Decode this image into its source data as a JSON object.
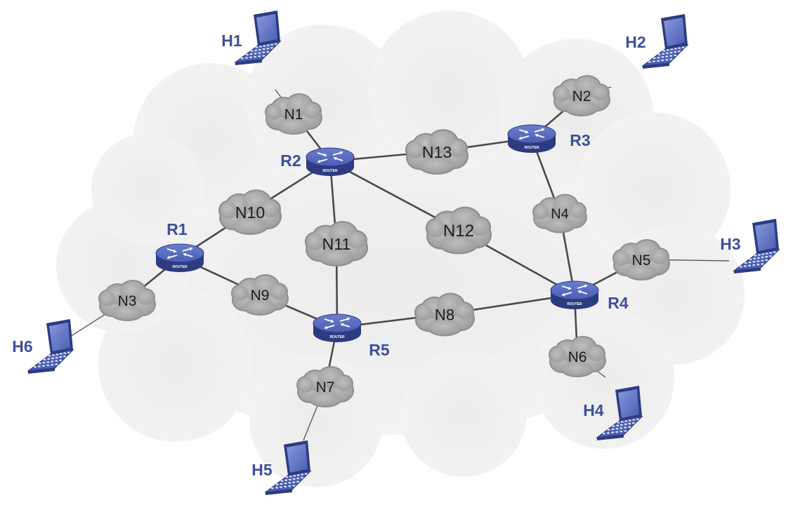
{
  "colors": {
    "router": "#4a5db3",
    "router_dark": "#2d3b80",
    "host": "#4a5db3",
    "label": "#3d4f9e",
    "network_cloud": "#a9a9a9",
    "background_cloud": "#eeeeee"
  },
  "icons": {
    "router": "router-icon",
    "host": "laptop-icon",
    "network": "cloud-icon"
  },
  "routers": [
    {
      "id": "R1",
      "label": "R1",
      "tag": "ROUTER"
    },
    {
      "id": "R2",
      "label": "R2",
      "tag": "ROUTER"
    },
    {
      "id": "R3",
      "label": "R3",
      "tag": "ROUTER"
    },
    {
      "id": "R4",
      "label": "R4",
      "tag": "ROUTER"
    },
    {
      "id": "R5",
      "label": "R5",
      "tag": "ROUTER"
    }
  ],
  "networks": [
    {
      "id": "N1",
      "label": "N1"
    },
    {
      "id": "N2",
      "label": "N2"
    },
    {
      "id": "N3",
      "label": "N3"
    },
    {
      "id": "N4",
      "label": "N4"
    },
    {
      "id": "N5",
      "label": "N5"
    },
    {
      "id": "N6",
      "label": "N6"
    },
    {
      "id": "N7",
      "label": "N7"
    },
    {
      "id": "N8",
      "label": "N8"
    },
    {
      "id": "N9",
      "label": "N9"
    },
    {
      "id": "N10",
      "label": "N10"
    },
    {
      "id": "N11",
      "label": "N11"
    },
    {
      "id": "N12",
      "label": "N12"
    },
    {
      "id": "N13",
      "label": "N13"
    }
  ],
  "hosts": [
    {
      "id": "H1",
      "label": "H1"
    },
    {
      "id": "H2",
      "label": "H2"
    },
    {
      "id": "H3",
      "label": "H3"
    },
    {
      "id": "H4",
      "label": "H4"
    },
    {
      "id": "H5",
      "label": "H5"
    },
    {
      "id": "H6",
      "label": "H6"
    }
  ],
  "links": [
    [
      "R2",
      "N1"
    ],
    [
      "R3",
      "N2"
    ],
    [
      "R1",
      "N3"
    ],
    [
      "R3",
      "N4"
    ],
    [
      "R4",
      "N4"
    ],
    [
      "R4",
      "N5"
    ],
    [
      "R4",
      "N6"
    ],
    [
      "R5",
      "N7"
    ],
    [
      "R5",
      "N8"
    ],
    [
      "R4",
      "N8"
    ],
    [
      "R1",
      "N9"
    ],
    [
      "R5",
      "N9"
    ],
    [
      "R1",
      "N10"
    ],
    [
      "R2",
      "N10"
    ],
    [
      "R2",
      "N11"
    ],
    [
      "R5",
      "N11"
    ],
    [
      "R2",
      "N12"
    ],
    [
      "R4",
      "N12"
    ],
    [
      "R2",
      "N13"
    ],
    [
      "R3",
      "N13"
    ]
  ],
  "host_links": [
    [
      "H1",
      "N1"
    ],
    [
      "H2",
      "N2"
    ],
    [
      "H3",
      "N5"
    ],
    [
      "H4",
      "N6"
    ],
    [
      "H5",
      "N7"
    ],
    [
      "H6",
      "N3"
    ]
  ]
}
